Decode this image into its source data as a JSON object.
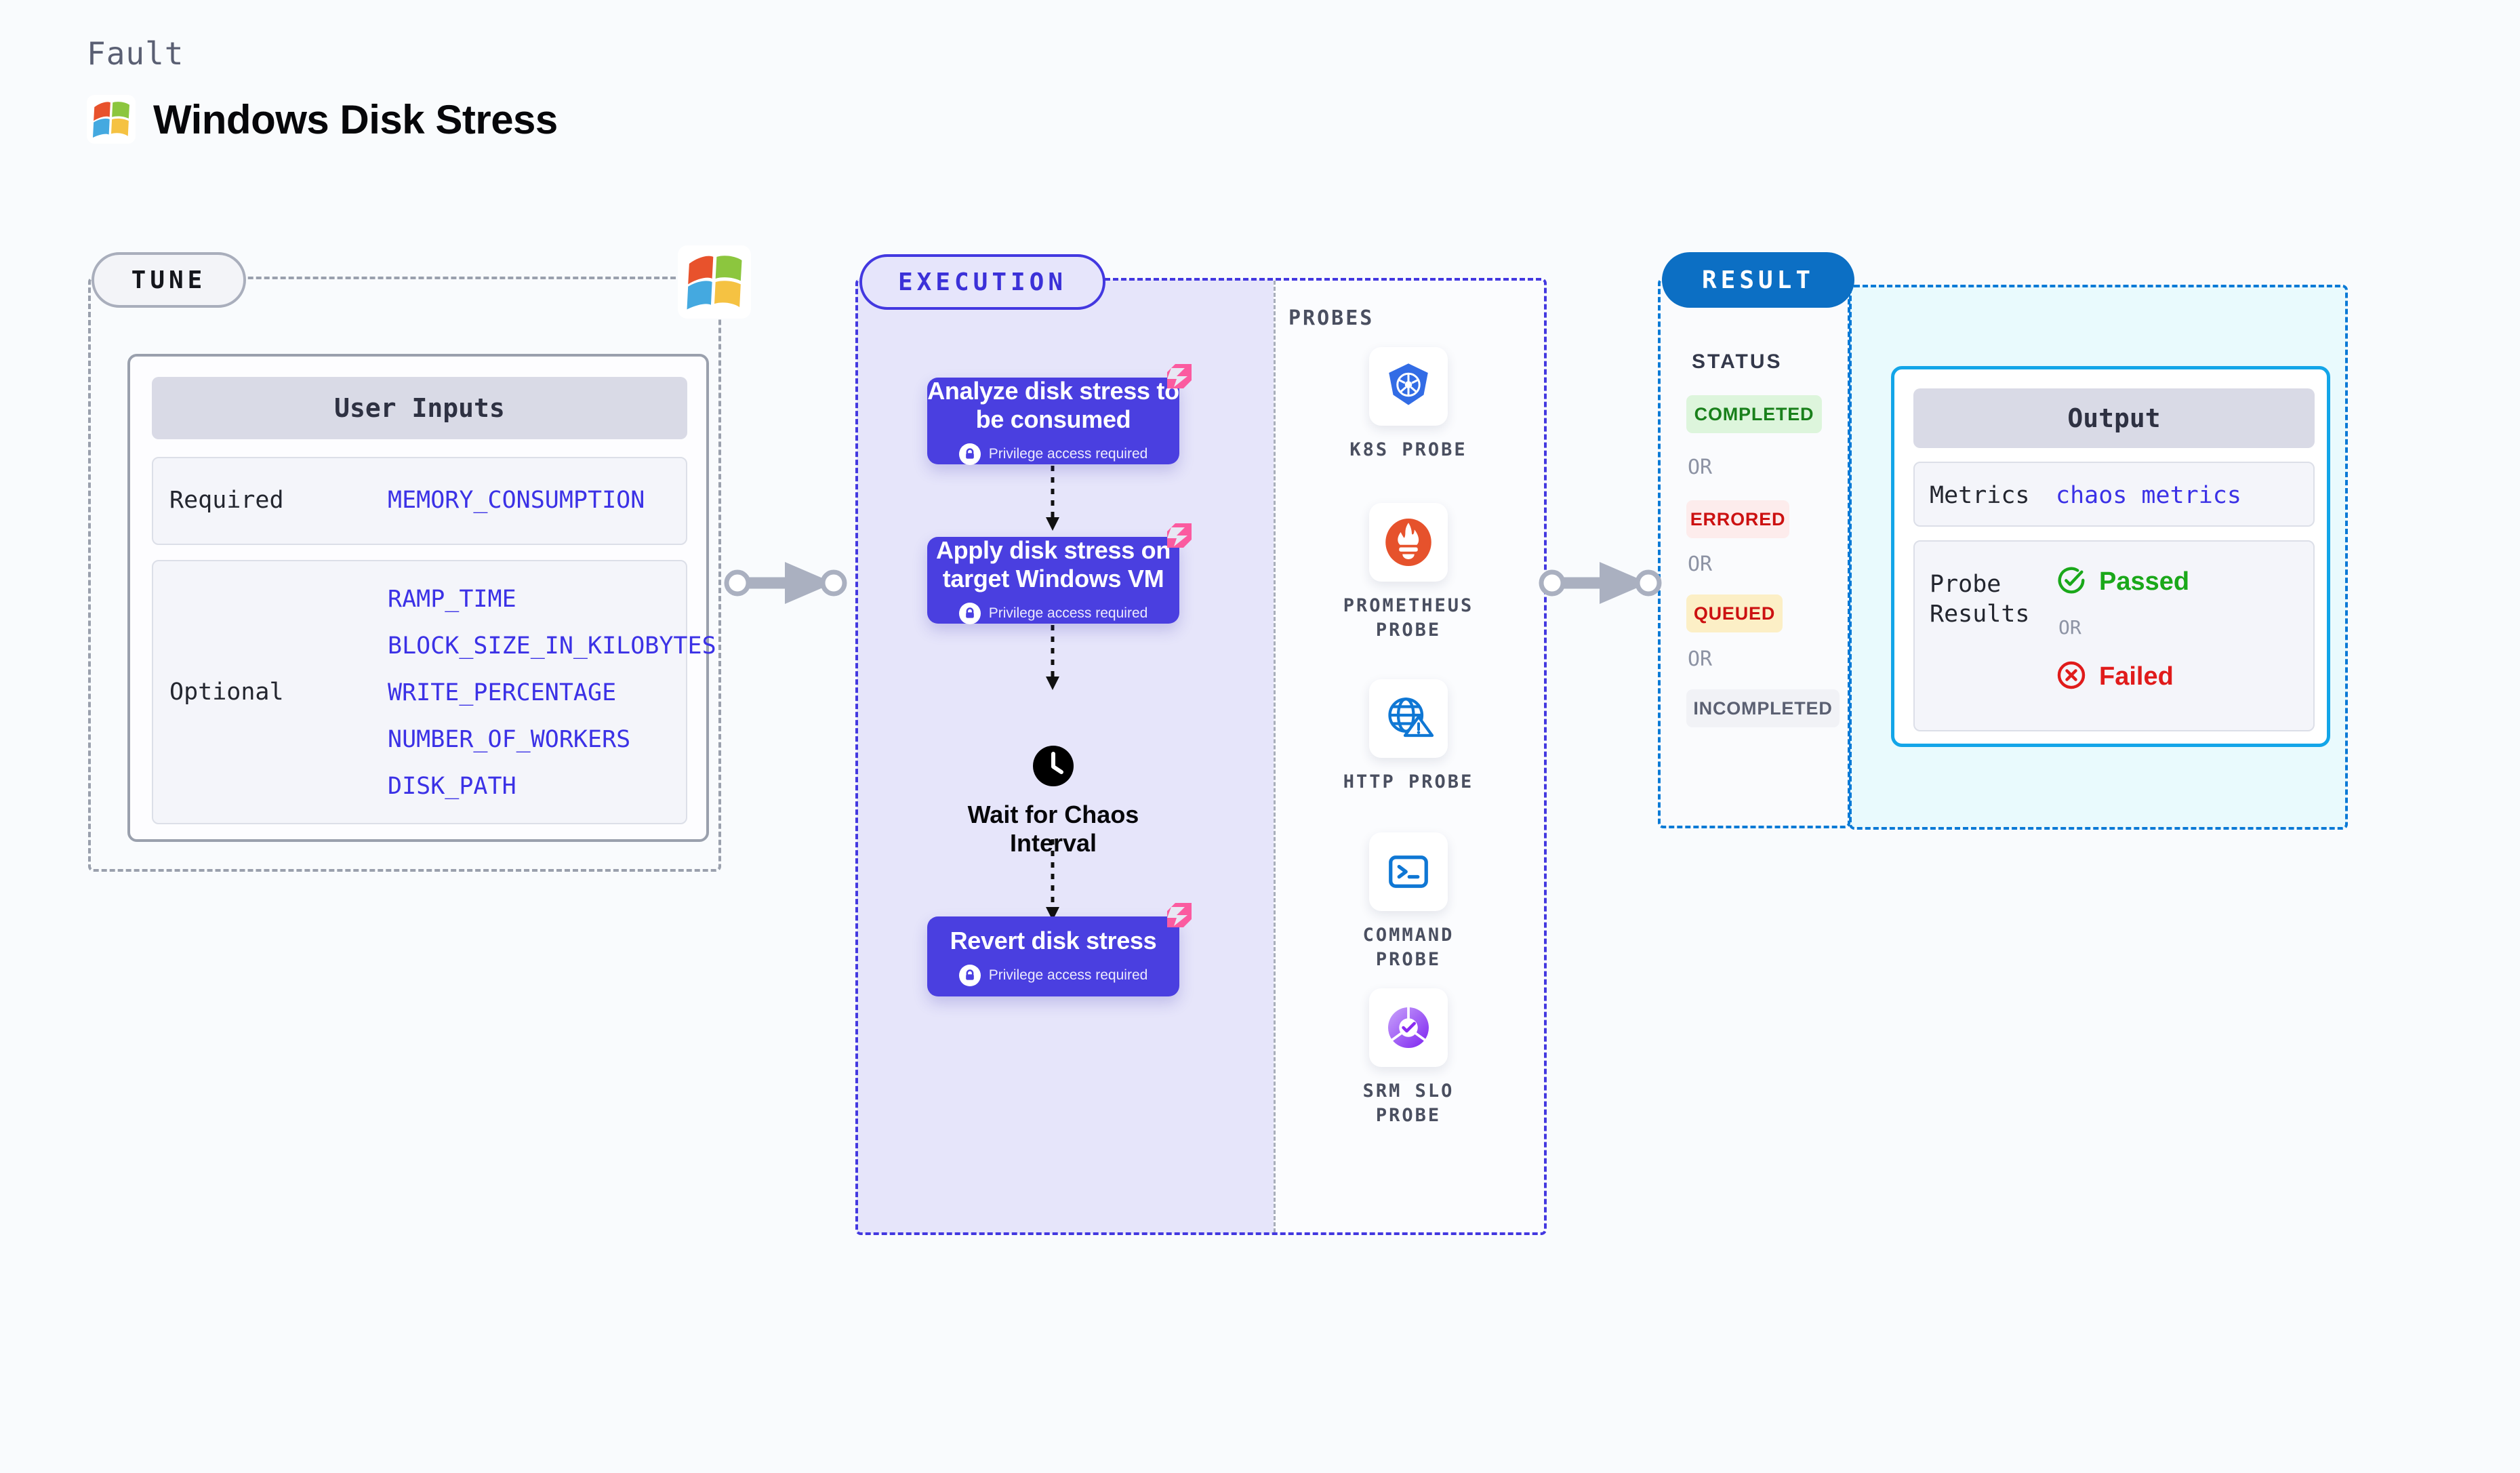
{
  "header": {
    "eyebrow": "Fault",
    "title": "Windows Disk Stress",
    "logo_icon": "windows-logo-icon"
  },
  "tune": {
    "badge": "TUNE",
    "logo_icon": "windows-logo-icon",
    "card_title": "User Inputs",
    "required_label": "Required",
    "required_params": [
      "MEMORY_CONSUMPTION"
    ],
    "optional_label": "Optional",
    "optional_params": [
      "RAMP_TIME",
      "BLOCK_SIZE_IN_KILOBYTES",
      "WRITE_PERCENTAGE",
      "NUMBER_OF_WORKERS",
      "DISK_PATH"
    ]
  },
  "execution": {
    "badge": "EXECUTION",
    "privilege_text": "Privilege access required",
    "privilege_icon": "lock-icon",
    "ribbon_icon": "chaos-ribbon-icon",
    "steps": [
      {
        "title": "Analyze disk stress to be consumed",
        "privileged": true
      },
      {
        "title": "Apply disk stress on target Windows VM",
        "privileged": true
      },
      {
        "title": "Revert disk stress",
        "privileged": true
      }
    ],
    "wait": {
      "icon": "clock-icon",
      "label": "Wait for Chaos Interval"
    },
    "probes_label": "PROBES",
    "probes": [
      {
        "name": "K8S PROBE",
        "icon": "kubernetes-icon"
      },
      {
        "name": "PROMETHEUS PROBE",
        "icon": "prometheus-icon"
      },
      {
        "name": "HTTP PROBE",
        "icon": "http-globe-warning-icon"
      },
      {
        "name": "COMMAND PROBE",
        "icon": "terminal-icon"
      },
      {
        "name": "SRM SLO PROBE",
        "icon": "srm-slo-icon"
      }
    ]
  },
  "result": {
    "badge": "RESULT",
    "status_label": "STATUS",
    "or_label": "OR",
    "statuses": [
      {
        "text": "COMPLETED",
        "color": "#19801b",
        "bg": "#ddf5dc"
      },
      {
        "text": "ERRORED",
        "color": "#cc1111",
        "bg": "#fdecec"
      },
      {
        "text": "QUEUED",
        "color": "#cc1111",
        "bg": "#fcefc6"
      },
      {
        "text": "INCOMPLETED",
        "color": "#5b6072",
        "bg": "#f1f2f6"
      }
    ],
    "output": {
      "title": "Output",
      "metrics_label": "Metrics",
      "metrics_value": "chaos metrics",
      "probe_results_label": "Probe Results",
      "passed_text": "Passed",
      "passed_icon": "check-circle-icon",
      "failed_text": "Failed",
      "failed_icon": "x-circle-icon",
      "or_label": "OR"
    }
  },
  "colors": {
    "accent_purple": "#4a3fe0",
    "accent_blue": "#0c6fc4",
    "accent_cyan": "#13a5e8",
    "ribbon_pink": "#fb5ba0",
    "param_blue": "#3b31e6"
  }
}
